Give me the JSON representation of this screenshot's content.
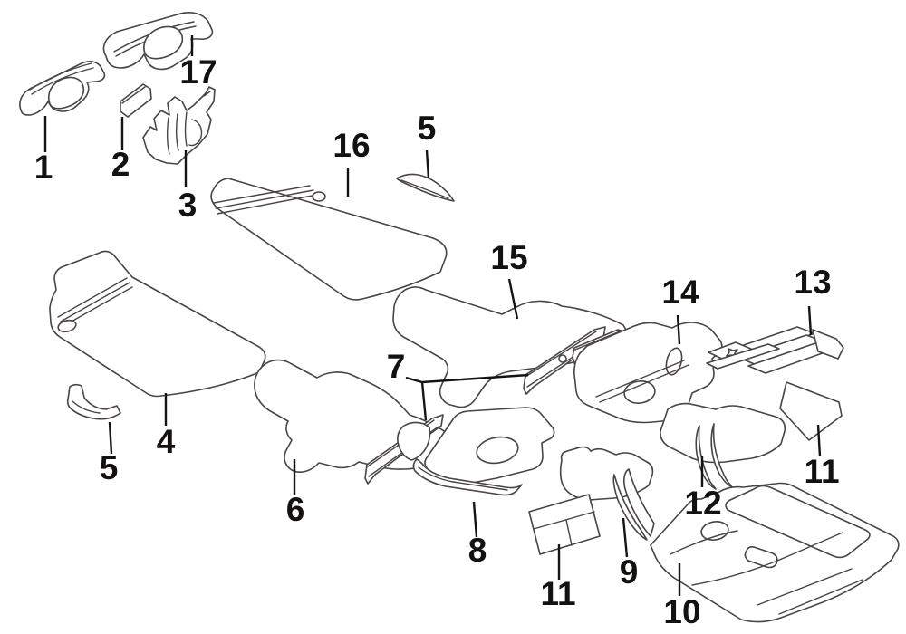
{
  "diagram": {
    "kind": "exploded-parts-line-diagram",
    "subject": "floor silencer / insulator pads with numbered callouts",
    "background_color": "#ffffff",
    "line_color": "#4a4444",
    "leader_color": "#161413",
    "label_color": "#141210"
  },
  "labels": {
    "l1": "1",
    "l2": "2",
    "l3": "3",
    "l17": "17",
    "l16": "16",
    "l5_top": "5",
    "l15": "15",
    "l7": "7",
    "l4": "4",
    "l5_left": "5",
    "l6": "6",
    "l8": "8",
    "l11_mid": "11",
    "l9": "9",
    "l10": "10",
    "l12": "12",
    "l11_right": "11",
    "l13": "13",
    "l14": "14"
  }
}
